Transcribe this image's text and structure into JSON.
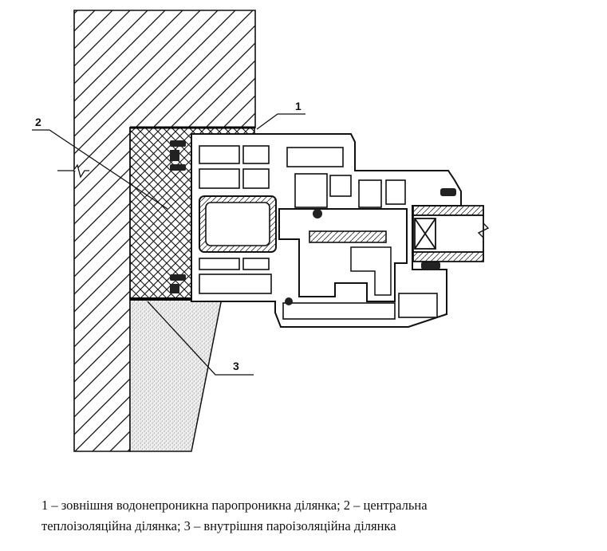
{
  "callouts": {
    "one": "1",
    "two": "2",
    "three": "3"
  },
  "caption": {
    "line1": "1 – зовнішня водонепроникна паропроникна ділянка; 2 – центральна",
    "line2": "теплоізоляційна ділянка; 3 – внутрішня пароізоляційна ділянка"
  }
}
